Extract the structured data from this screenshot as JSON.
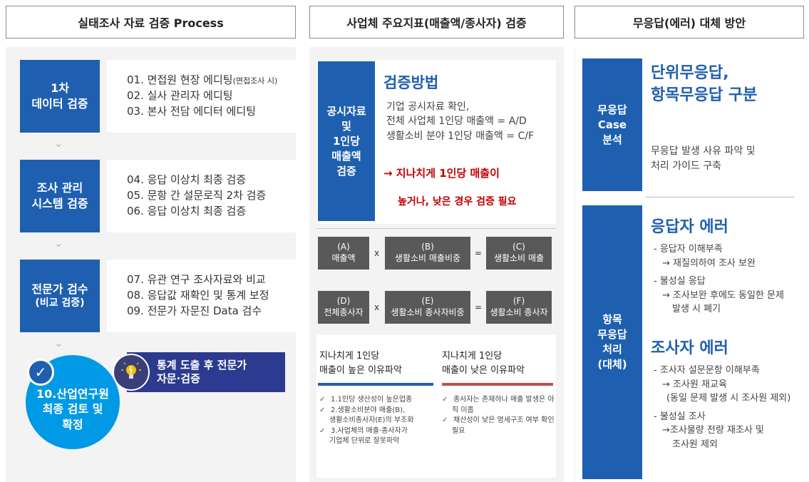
{
  "headers": {
    "process": "실태조사 자료 검증 Process",
    "indicator": "사업체 주요지표(매출액/종사자) 검증",
    "nonresponse": "무응답(에러) 대체 방안"
  },
  "process": {
    "steps": [
      {
        "title1": "1차",
        "title2": "데이터 검증",
        "items": [
          "01. 면접원 현장 에디팅",
          "02. 실사 관리자 에디팅",
          "03. 본사 전담 에디터 에디팅"
        ],
        "note": "(면접조사 시)"
      },
      {
        "title1": "조사 관리",
        "title2": "시스템 검증",
        "items": [
          "04. 응답 이상치 최종 검증",
          "05. 문항 간 설문로직 2차 검증",
          "06. 응답 이상치 최종 검증"
        ]
      },
      {
        "title1": "전문가 검수",
        "title2": "(비교 검증)",
        "items": [
          "07. 유관 연구 조사자료와 비교",
          "08. 응답값 재확인 및 통계 보정",
          "09. 전문가 자문진 Data 검수"
        ]
      }
    ],
    "final": {
      "line1": "10.산업연구원",
      "line2": "최종 검토 및",
      "line3": "확정"
    },
    "banner": {
      "line1": "통계 도출 후 전문가",
      "line2": "자문·검증"
    }
  },
  "indicator": {
    "side": {
      "l1": "공시자료",
      "l2": "및",
      "l3": "1인당",
      "l4": "매출액",
      "l5": "검증"
    },
    "method_title": "검증방법",
    "method_lines": [
      "기업 공시자료 확인,",
      "전체 사업체 1인당 매출액 = A/D",
      "생활소비 분야 1인당 매출액 = C/F"
    ],
    "warning1": "→ 지나치게 1인당 매출이",
    "warning2": "높거나, 낮은 경우 검증 필요",
    "formula1": [
      {
        "code": "(A)",
        "label": "매출액"
      },
      {
        "code": "(B)",
        "label": "생활소비 매출비중"
      },
      {
        "code": "(C)",
        "label": "생활소비  매출"
      }
    ],
    "formula2": [
      {
        "code": "(D)",
        "label": "전체종사자"
      },
      {
        "code": "(E)",
        "label": "생활소비 종사자비중"
      },
      {
        "code": "(F)",
        "label": "생활소비 종사자"
      }
    ],
    "op_times": "x",
    "op_equals": "=",
    "high": {
      "title1": "지나치게 1인당",
      "title2": "매출이 높은 이유파악",
      "items": [
        "1.1인당 생산성이 높은업종",
        "2.생활소비분야 매출(B),",
        "생활소비종사자(E)의 부조화",
        "3.사업체의 매출·종사자가",
        "기업체 단위로 잘못파악"
      ]
    },
    "low": {
      "title1": "지나치게 1인당",
      "title2": "매출이 낮은 이유파악",
      "items": [
        "종사자는 존재하나 매출 발생은 아",
        "직 미흡",
        "채산성이 낮은 영세구조 여부 확인",
        "필요"
      ]
    }
  },
  "nonresponse": {
    "case_side": {
      "l1": "무응답",
      "l2": "Case",
      "l3": "분석"
    },
    "case_title1": "단위무응답,",
    "case_title2": "항목무응답 구분",
    "case_desc1": "무응답 발생 사유 파악 및",
    "case_desc2": "처리 가이드 구축",
    "item_side": {
      "l1": "항목",
      "l2": "무응답",
      "l3": "처리",
      "l4": "(대체)"
    },
    "respondent_title": "응답자 에러",
    "respondent_lines": [
      "- 응답자 이해부족",
      "→ 재질의하여 조사 보완",
      "- 불성실 응답",
      "→ 조사보완 후에도 동일한 문제",
      "발생 시 폐기"
    ],
    "interviewer_title": "조사자 에러",
    "interviewer_lines": [
      "- 조사자 설문문항 이해부족",
      "→ 조사원 재교육",
      "(동일 문제 발생 시 조사원 제외)",
      "- 불성실 조사",
      "→조사물량 전량 재조사 및",
      "조사원 제외"
    ]
  },
  "colors": {
    "blue": "#1f5fb0",
    "red": "#c00000",
    "gray": "#595959",
    "cyan": "#0099e6",
    "navy": "#2c3b8f"
  }
}
